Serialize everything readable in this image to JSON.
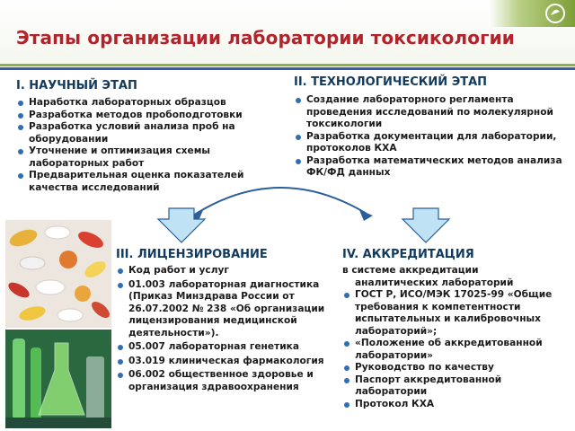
{
  "header": {
    "title": "Этапы организации лаборатории токсикологии"
  },
  "sections": {
    "scientific": {
      "title": "I. НАУЧНЫЙ ЭТАП",
      "items": [
        "Наработка лабораторных образцов",
        "Разработка методов пробоподготовки",
        "Разработка условий анализа проб на оборудовании",
        "Уточнение и оптимизация схемы лабораторных работ",
        "Предварительная оценка показателей качества исследований"
      ]
    },
    "technological": {
      "title": "II. ТЕХНОЛОГИЧЕСКИЙ ЭТАП",
      "items": [
        "Создание лабораторного регламента проведения исследований по молекулярной токсикологии",
        "Разработка документации для лаборатории, протоколов КХА",
        "Разработка математических методов анализа ФК/ФД данных"
      ]
    },
    "licensing": {
      "title": "III. ЛИЦЕНЗИРОВАНИЕ",
      "items": [
        "Код работ и услуг",
        "01.003 лабораторная диагностика (Приказ Минздрава России от 26.07.2002 № 238 «Об организации лицензирования медицинской деятельности»).",
        "05.007 лабораторная генетика",
        "03.019 клиническая фармакология",
        "06.002 общественное здоровье и организация здравоохранения"
      ]
    },
    "accreditation": {
      "title": "IV. АККРЕДИТАЦИЯ",
      "intro_1": "в системе аккредитации",
      "intro_2": "аналитических лабораторий",
      "items": [
        "ГОСТ Р, ИСО/МЭК 17025-99 «Общие требования к компетентности испытательных и калибровочных лабораторий»;",
        "«Положение об аккредитованной лаборатории»",
        "Руководство по качеству",
        "Паспорт аккредитованной лаборатории",
        "Протокол КХА"
      ]
    }
  },
  "colors": {
    "title": "#b3232b",
    "section_title": "#123a5e",
    "bullet": "#2e6eb5",
    "arrow_fill": "#bfe3f5",
    "arrow_stroke": "#2a5f9a",
    "green_rule": "#8db04a",
    "blue_rule": "#3c5da1"
  },
  "images": {
    "pills": "pills-photo",
    "lab": "lab-glassware-photo"
  }
}
